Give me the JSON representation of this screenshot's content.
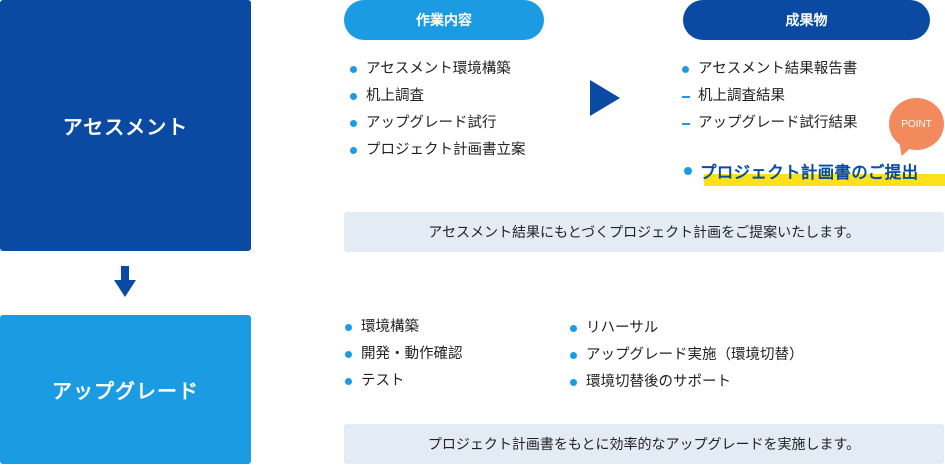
{
  "stages": {
    "assessment": "アセスメント",
    "upgrade": "アップグレード"
  },
  "headers": {
    "work": "作業内容",
    "deliverables": "成果物"
  },
  "work_items": [
    "アセスメント環境構築",
    "机上調査",
    "アップグレード試行",
    "プロジェクト計画書立案"
  ],
  "deliverables": [
    "アセスメント結果報告書",
    "机上調査結果",
    "アップグレード試行結果"
  ],
  "point_badge": "POINT",
  "highlight": "プロジェクト計画書のご提出",
  "summary_assessment": "アセスメント結果にもとづくプロジェクト計画をご提案いたします。",
  "upgrade_items_left": [
    "環境構築",
    "開発・動作確認",
    "テスト"
  ],
  "upgrade_items_right": [
    "リハーサル",
    "アップグレード実施（環境切替）",
    "環境切替後のサポート"
  ],
  "summary_upgrade": "プロジェクト計画書をもとに効率的なアップグレードを実施します。",
  "colors": {
    "dark_blue": "#0b4aa2",
    "light_blue": "#1a9be2",
    "point_orange": "#f28a5e",
    "highlight_yellow": "#ffe11a",
    "summary_bg": "#e3ebf4"
  }
}
